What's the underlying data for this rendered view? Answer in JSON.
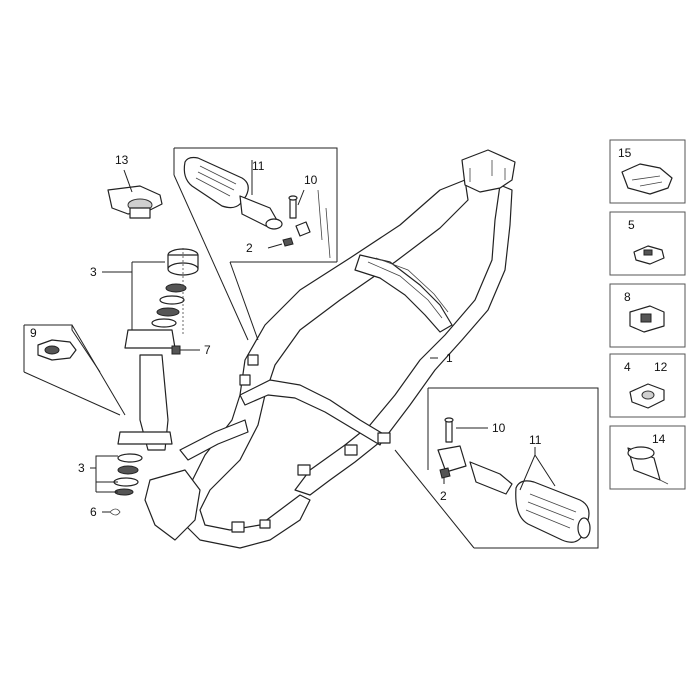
{
  "callouts": {
    "c1": "1",
    "c2a": "2",
    "c2b": "2",
    "c3a": "3",
    "c3b": "3",
    "c4": "4",
    "c5": "5",
    "c6": "6",
    "c7": "7",
    "c8": "8",
    "c9": "9",
    "c10a": "10",
    "c10b": "10",
    "c11a": "11",
    "c11b": "11",
    "c12": "12",
    "c13": "13",
    "c14": "14",
    "c15": "15"
  },
  "colors": {
    "line": "#222222",
    "box_border": "#555555",
    "background": "#ffffff"
  }
}
